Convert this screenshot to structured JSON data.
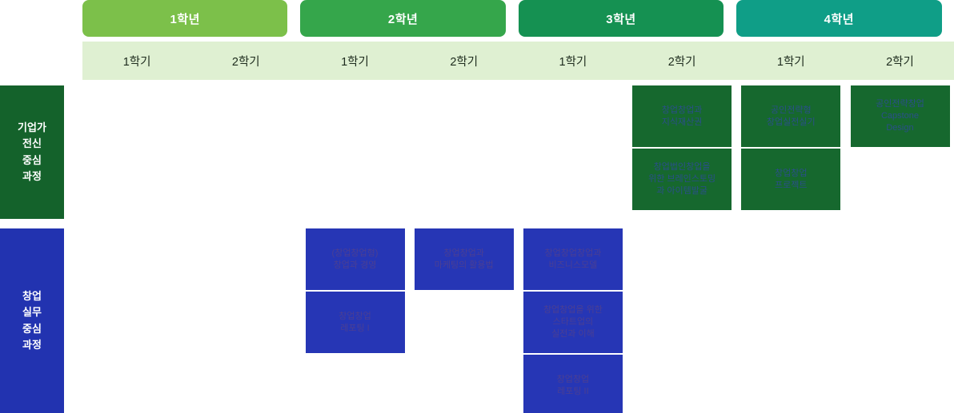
{
  "colors": {
    "year1": "#7cc04a",
    "year2": "#35a64b",
    "year3": "#159152",
    "year4": "#0f9e87",
    "semester_band": "#dff0d2",
    "track_green": "#14622b",
    "track_blue": "#2233b0",
    "course_green": "#16682e",
    "course_blue": "#2636b5"
  },
  "years": [
    {
      "label": "1학년",
      "color": "#7cc04a"
    },
    {
      "label": "2학년",
      "color": "#35a64b"
    },
    {
      "label": "3학년",
      "color": "#159152"
    },
    {
      "label": "4학년",
      "color": "#0f9e87"
    }
  ],
  "semesters": [
    {
      "label": "1학기"
    },
    {
      "label": "2학기"
    },
    {
      "label": "1학기"
    },
    {
      "label": "2학기"
    },
    {
      "label": "1학기"
    },
    {
      "label": "2학기"
    },
    {
      "label": "1학기"
    },
    {
      "label": "2학기"
    }
  ],
  "tracks": [
    {
      "label": "기업가\n전신\n중심\n과정",
      "type": "green"
    },
    {
      "label": "창업\n실무\n중심\n과정",
      "type": "blue"
    }
  ],
  "courses": [
    {
      "label": "창업창업과\n지식재산권",
      "track": 0,
      "col": 5,
      "row": 0,
      "type": "green"
    },
    {
      "label": "창업법인창업을\n위한 브레인스토밍\n과 아이템발굴",
      "track": 0,
      "col": 5,
      "row": 1,
      "type": "green"
    },
    {
      "label": "공인전략형\n창업실전실기",
      "track": 0,
      "col": 6,
      "row": 0,
      "type": "green"
    },
    {
      "label": "창업창업\n프로젝트",
      "track": 0,
      "col": 6,
      "row": 1,
      "type": "green"
    },
    {
      "label": "공인전략창업\nCapstone\nDesign",
      "track": 0,
      "col": 7,
      "row": 0,
      "type": "green"
    },
    {
      "label": "(창업창업형)\n창업과 경영",
      "track": 1,
      "col": 2,
      "row": 0,
      "type": "blue"
    },
    {
      "label": "창업창업\n레포팅 I",
      "track": 1,
      "col": 2,
      "row": 1,
      "type": "blue"
    },
    {
      "label": "창업창업과\n마케팅의 활용법",
      "track": 1,
      "col": 3,
      "row": 0,
      "type": "blue"
    },
    {
      "label": "창업창업창업과\n비즈니스모델",
      "track": 1,
      "col": 4,
      "row": 0,
      "type": "blue"
    },
    {
      "label": "창업창업을 위한\n스타트업의\n실전과 이해",
      "track": 1,
      "col": 4,
      "row": 1,
      "type": "blue"
    },
    {
      "label": "창업창업\n레포팅 II",
      "track": 1,
      "col": 4,
      "row": 2,
      "type": "blue"
    }
  ]
}
